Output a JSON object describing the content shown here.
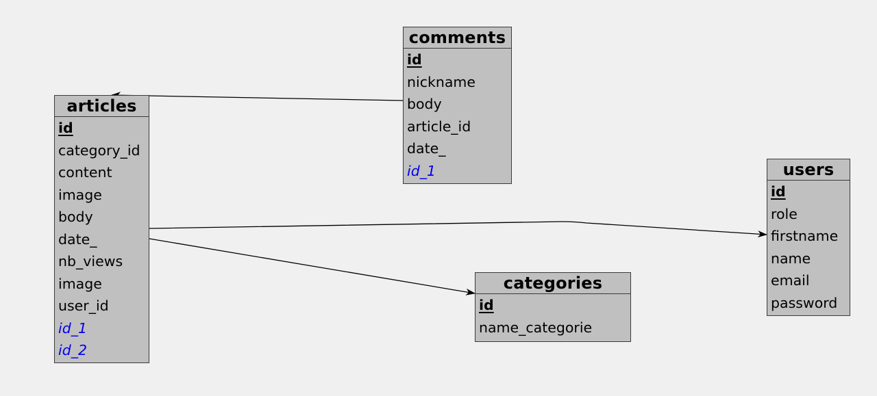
{
  "diagram": {
    "entities": [
      {
        "key": "comments",
        "title": "comments",
        "fields": [
          {
            "text": "id",
            "kind": "pk"
          },
          {
            "text": "nickname",
            "kind": "normal"
          },
          {
            "text": "body",
            "kind": "normal"
          },
          {
            "text": "article_id",
            "kind": "normal"
          },
          {
            "text": "date_",
            "kind": "normal"
          },
          {
            "text": "id_1",
            "kind": "fk"
          }
        ]
      },
      {
        "key": "articles",
        "title": "articles",
        "fields": [
          {
            "text": "id",
            "kind": "pk"
          },
          {
            "text": "category_id",
            "kind": "normal"
          },
          {
            "text": "content",
            "kind": "normal"
          },
          {
            "text": "image",
            "kind": "normal"
          },
          {
            "text": "body",
            "kind": "normal"
          },
          {
            "text": "date_",
            "kind": "normal"
          },
          {
            "text": "nb_views",
            "kind": "normal"
          },
          {
            "text": "image",
            "kind": "normal"
          },
          {
            "text": "user_id",
            "kind": "normal"
          },
          {
            "text": "id_1",
            "kind": "fk"
          },
          {
            "text": "id_2",
            "kind": "fk"
          }
        ]
      },
      {
        "key": "users",
        "title": "users",
        "fields": [
          {
            "text": "id",
            "kind": "pk"
          },
          {
            "text": "role",
            "kind": "normal"
          },
          {
            "text": "firstname",
            "kind": "normal"
          },
          {
            "text": "name",
            "kind": "normal"
          },
          {
            "text": "email",
            "kind": "normal"
          },
          {
            "text": "password",
            "kind": "normal"
          }
        ]
      },
      {
        "key": "categories",
        "title": "categories",
        "fields": [
          {
            "text": "id",
            "kind": "pk"
          },
          {
            "text": "name_categorie",
            "kind": "normal"
          }
        ]
      }
    ],
    "relations": [
      {
        "from": "comments",
        "to": "articles"
      },
      {
        "from": "articles",
        "to": "users"
      },
      {
        "from": "articles",
        "to": "categories"
      }
    ],
    "colors": {
      "background": "#f0f0f0",
      "entity_fill": "#c0c0c0",
      "border": "#3a3a3a",
      "foreign_key_text": "#0000ee",
      "connector": "#000000"
    }
  }
}
